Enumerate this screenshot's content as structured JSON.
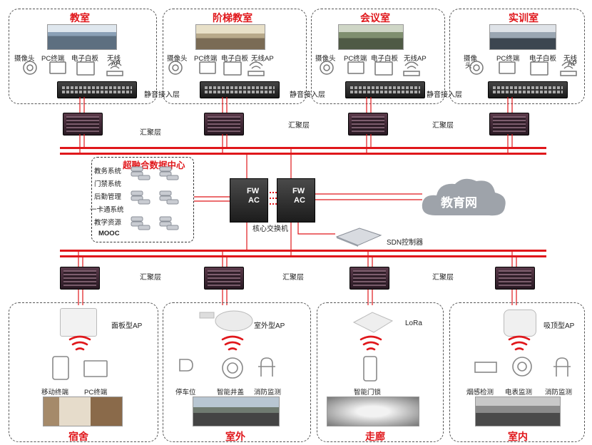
{
  "top_zones": [
    {
      "title": "教室",
      "devices": [
        "摄像头",
        "PC终端",
        "电子白板",
        "无线",
        "AP"
      ],
      "access_label": ""
    },
    {
      "title": "阶梯教室",
      "devices": [
        "摄像头",
        "PC终端",
        "电子白板",
        "无线AP"
      ],
      "access_label": "静音接入层"
    },
    {
      "title": "会议室",
      "devices": [
        "摄像头",
        "PC终端",
        "电子白板",
        "无线AP"
      ],
      "access_label": "静音接入层"
    },
    {
      "title": "实训室",
      "devices": [
        "摄像",
        "头",
        "PC终端",
        "电子白板",
        "无线",
        "AP"
      ],
      "access_label": "静音接入层"
    }
  ],
  "labels": {
    "agg": "汇聚层",
    "dc_title": "超融合数据中心",
    "dc_items": [
      "教务系统",
      "门禁系统",
      "后勤管理",
      "一卡通系统",
      "教学资源",
      "MOOC"
    ],
    "fw": "FW",
    "ac": "AC",
    "core": "核心交换机",
    "sdn": "SDN控制器",
    "cloud": "教育网"
  },
  "bottom_zones": [
    {
      "title": "宿舍",
      "ap": "面板型AP",
      "devices": [
        "移动终端",
        "PC终端"
      ]
    },
    {
      "title": "室外",
      "ap": "室外型AP",
      "devices": [
        "停车位",
        "智能井盖",
        "消防监测"
      ]
    },
    {
      "title": "走廊",
      "ap": "LoRa",
      "devices": [
        "智能门锁"
      ]
    },
    {
      "title": "室内",
      "ap": "吸顶型AP",
      "devices": [
        "烟感检测",
        "电表监测",
        "消防监测"
      ]
    }
  ],
  "colors": {
    "accent": "#e0171b",
    "dashed": "#555555"
  }
}
